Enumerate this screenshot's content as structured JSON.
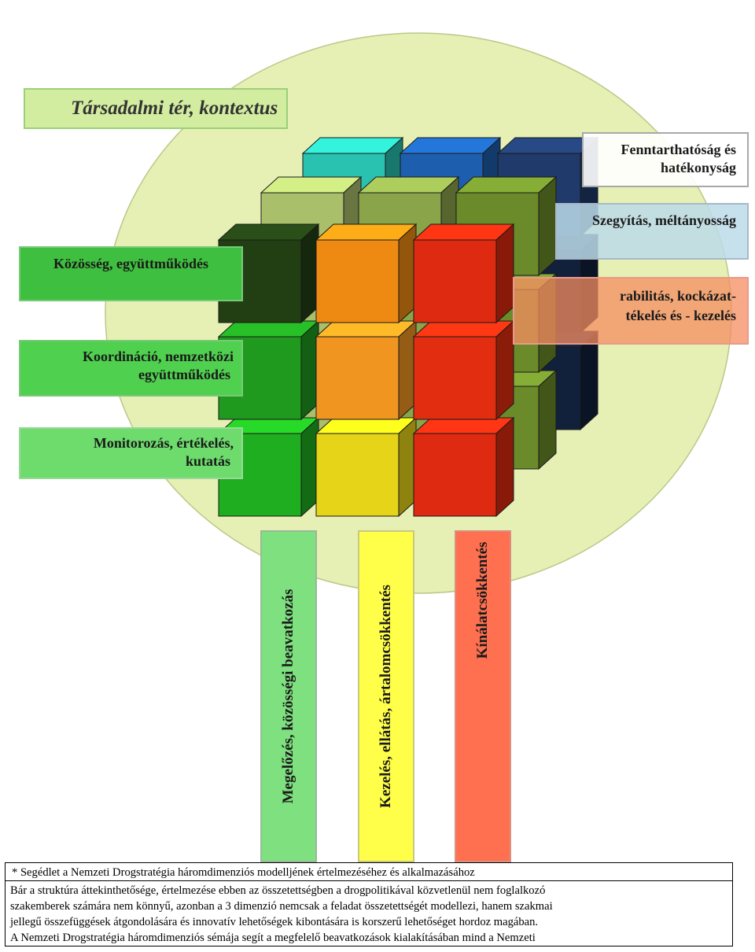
{
  "diagram": {
    "context_label": "Társadalmi tér, kontextus",
    "left_labels": [
      "Közösség, együttműködés",
      "Koordináció, nemzetközi",
      "együttműködés",
      "Monitorozás, értékelés,",
      "kutatás"
    ],
    "right_labels": [
      "Fenntarthatóság és",
      "hatékonyság",
      "Szegyítás, méltányosság",
      "rabilitás, kockázat-",
      "tékelés és - kezelés"
    ],
    "bottom_bars": [
      "Megelőzés, közösségi beavatkozás",
      "Kezelés, ellátás, ártalomcsökkentés",
      "Kínálatcsökkentés"
    ],
    "colors": {
      "circle": "#e6f0b4",
      "green_front": "#1fae1f",
      "orange_front": "#ee8a12",
      "red_front": "#dd2a10",
      "yellow_front": "#e6d418",
      "dark_green": "#223f13",
      "olive": "#6b8a2a",
      "teal": "#29c2b0",
      "blue": "#1d5fae",
      "navy": "#1f3a6b"
    }
  },
  "footnote": {
    "title": "* Segédlet a Nemzeti Drogstratégia háromdimenziós modelljének értelmezéséhez és alkalmazásához",
    "lines": [
      "Bár a struktúra áttekinthetősége, értelmezése ebben az összetettségben a drogpolitikával közvetlenül nem foglalkozó",
      "szakemberek számára nem könnyű, azonban a 3 dimenzió nemcsak a feladat összetettségét modellezi, hanem szakmai",
      "jellegű összefüggések átgondolására és innovatív lehetőségek kibontására is korszerű lehetőséget hordoz magában.",
      "A Nemzeti Drogstratégia háromdimenziós sémája segít a megfelelő beavatkozások kialakításában mind a Nemzeti"
    ]
  }
}
